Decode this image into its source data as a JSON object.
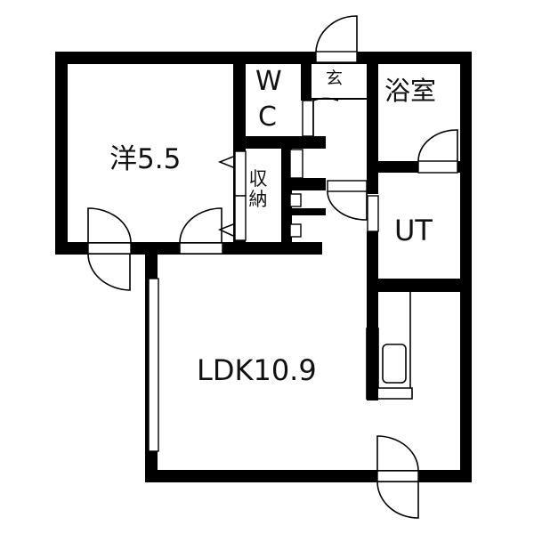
{
  "floor_plan": {
    "rooms": [
      {
        "id": "western",
        "label": "洋5.5",
        "type": "Western-style room",
        "size_jo": 5.5
      },
      {
        "id": "wc",
        "label_line1": "W",
        "label_line2": "C",
        "type": "Toilet"
      },
      {
        "id": "genkan",
        "label": "玄",
        "type": "Entrance"
      },
      {
        "id": "bath",
        "label": "浴室",
        "type": "Bathroom"
      },
      {
        "id": "storage",
        "label": "収納",
        "type": "Storage"
      },
      {
        "id": "ut",
        "label": "UT",
        "type": "Utility / washroom"
      },
      {
        "id": "ldk",
        "label": "LDK10.9",
        "type": "Living Dining Kitchen",
        "size_jo": 10.9
      }
    ],
    "colors": {
      "wall": "#000000",
      "background": "#ffffff"
    }
  }
}
